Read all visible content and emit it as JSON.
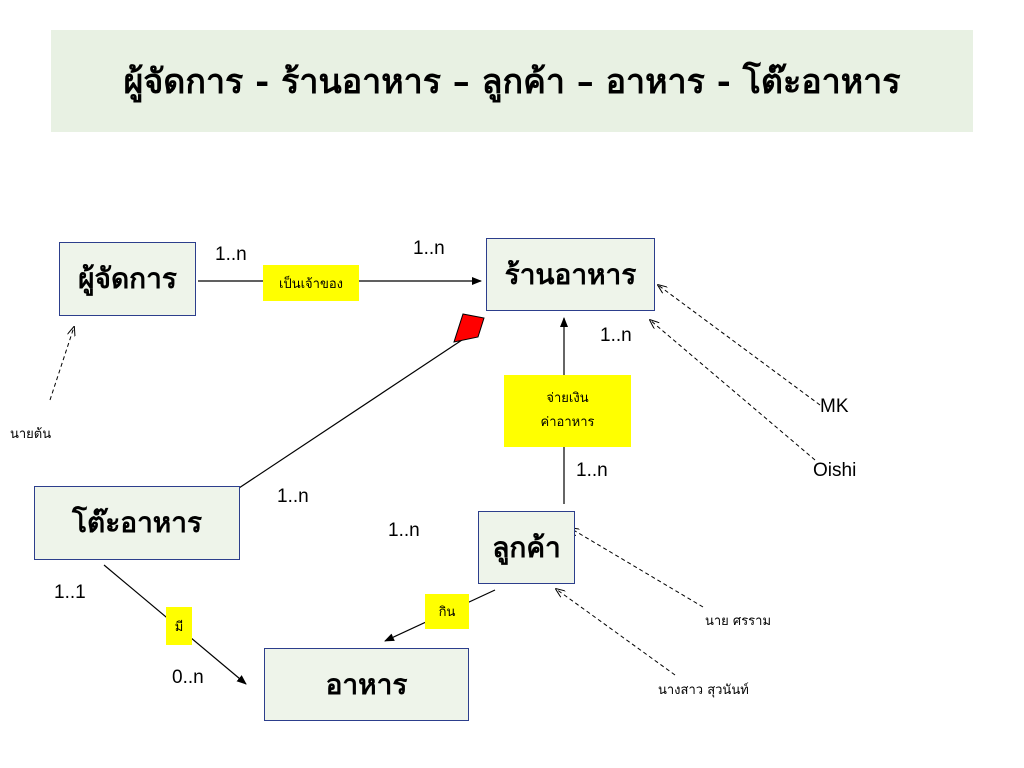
{
  "title": "ผู้จัดการ - ร้านอาหาร – ลูกค้า – อาหาร - โต๊ะอาหาร",
  "entities": {
    "manager": "ผู้จัดการ",
    "restaurant": "ร้านอาหาร",
    "table": "โต๊ะอาหาร",
    "customer": "ลูกค้า",
    "food": "อาหาร"
  },
  "relationships": {
    "owns": "เป็นเจ้าของ",
    "pays_line1": "จ่ายเงิน",
    "pays_line2": "ค่าอาหาร",
    "eats": "กิน",
    "has": "มี"
  },
  "cardinalities": {
    "manager_owns": "1..n",
    "restaurant_owned": "1..n",
    "restaurant_pays": "1..n",
    "customer_pays": "1..n",
    "table_restaurant": "1..n",
    "customer_eats": "1..n",
    "table_has": "1..1",
    "food_has": "0..n"
  },
  "instances": {
    "manager_instance": "นายต้น",
    "restaurant_instance_1": "MK",
    "restaurant_instance_2": "Oishi",
    "customer_instance_1": "นาย ศรราม",
    "customer_instance_2": "นางสาว สุวนันท์"
  },
  "colors": {
    "title_bg": "#e8f1e3",
    "entity_bg": "#eef4ea",
    "entity_border": "#2c3e8c",
    "label_bg": "#ffff00",
    "aggregation_diamond": "#ff0000"
  }
}
